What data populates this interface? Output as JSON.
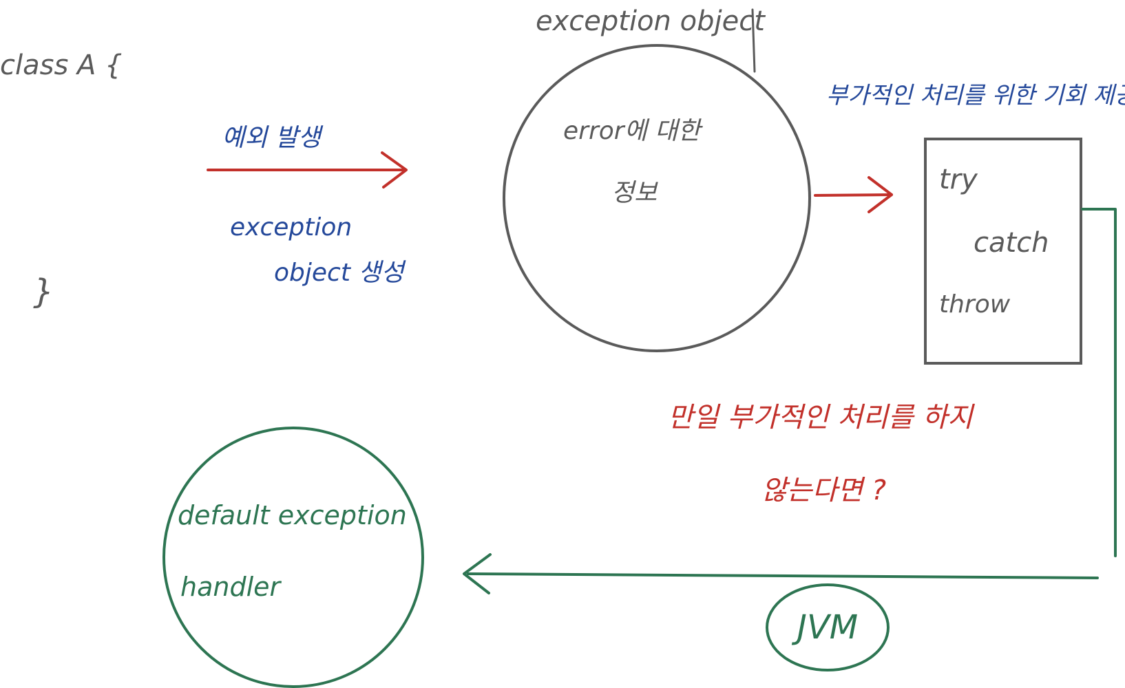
{
  "colors": {
    "gray": "#5a5a5a",
    "blue": "#24489a",
    "red": "#c2302a",
    "green": "#2d7552"
  },
  "code": {
    "class_line": "class A {",
    "close_brace": "}"
  },
  "left_arrow": {
    "top_label": "예외 발생",
    "bottom_label_line1": "exception",
    "bottom_label_line2": "object 생성"
  },
  "object_circle": {
    "title": "exception object",
    "line1": "error에 대한",
    "line2": "정보"
  },
  "handler_box": {
    "title": "부가적인 처리를 위한 기회 제공",
    "items": [
      "try",
      "catch",
      "throw"
    ]
  },
  "question": {
    "line1": "만일 부가적인 처리를 하지",
    "line2": "않는다면 ?"
  },
  "jvm": {
    "label": "JVM"
  },
  "default_handler": {
    "line1": "default exception",
    "line2": "handler"
  }
}
